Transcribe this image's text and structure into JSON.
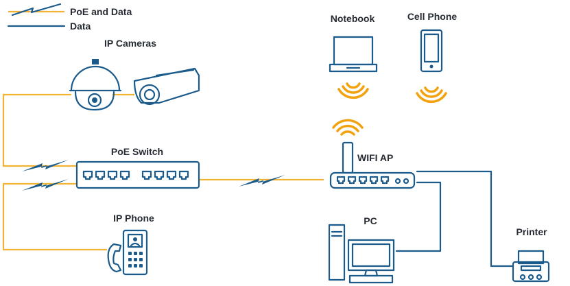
{
  "legend": {
    "poe_and_data": "PoE and Data",
    "data": "Data"
  },
  "labels": {
    "ip_cameras": "IP Cameras",
    "poe_switch": "PoE Switch",
    "ip_phone": "IP Phone",
    "notebook": "Notebook",
    "cell_phone": "Cell Phone",
    "wifi_ap": "WIFI AP",
    "pc": "PC",
    "printer": "Printer"
  },
  "colors": {
    "poe_line": "#f2b233",
    "data_line": "#1a5b8c",
    "wifi_signal": "#f2a20f",
    "text": "#262b33"
  },
  "icons": [
    "dome-camera-icon",
    "bullet-camera-icon",
    "poe-switch-icon",
    "ip-phone-icon",
    "notebook-icon",
    "cell-phone-icon",
    "wifi-router-icon",
    "pc-icon",
    "printer-icon",
    "wifi-signal-icon",
    "lightning-icon"
  ]
}
